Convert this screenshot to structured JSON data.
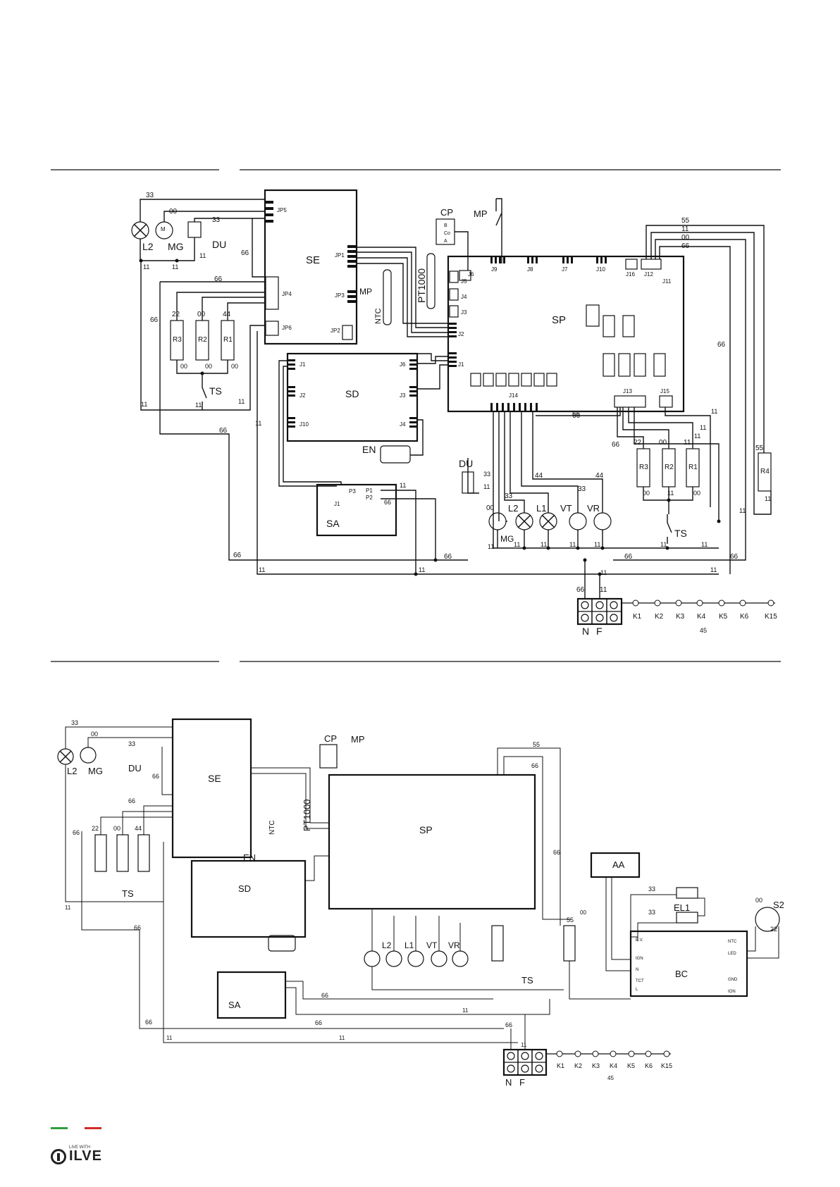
{
  "footer": {
    "brand": "ILVE",
    "tagline": "LIVE WITH",
    "flag_left": "#2e9e3e",
    "flag_right": "#d32a26"
  },
  "diagram1": {
    "boards": {
      "se": "SE",
      "sp": "SP",
      "sd": "SD",
      "sa": "SA"
    },
    "se_pins": {
      "jp5": "JP5",
      "jp1": "JP1",
      "jp3": "JP3",
      "jp4": "JP4",
      "jp6": "JP6",
      "jp2": "JP2"
    },
    "sp_pins": {
      "j6": "J6",
      "j9": "J9",
      "j8": "J8",
      "j7": "J7",
      "j10": "J10",
      "j16": "J16",
      "j12": "J12",
      "j11": "J11",
      "j5": "J5",
      "j4": "J4",
      "j3": "J3",
      "j2": "J2",
      "j1": "J1",
      "j14": "J14",
      "j13": "J13",
      "j15": "J15"
    },
    "sd_pins": {
      "j1": "J1",
      "j2": "J2",
      "j10": "J10",
      "j6": "J6",
      "j3": "J3",
      "j4": "J4"
    },
    "sa_pins": {
      "p3": "P3",
      "j1": "J1",
      "p1": "P1",
      "p2": "P2"
    },
    "cp": {
      "name": "CP",
      "b": "B",
      "co": "Co",
      "a": "A"
    },
    "components": {
      "l2": "L2",
      "mg": "MG",
      "du": "DU",
      "mp": "MP",
      "ntc": "NTC",
      "pt1000": "PT1000",
      "ts": "TS",
      "r1": "R1",
      "r2": "R2",
      "r3": "R3",
      "r4": "R4",
      "en": "EN",
      "l1": "L1",
      "vt": "VT",
      "vr": "VR",
      "m": "M"
    },
    "wires": {
      "w33": "33",
      "w00": "00",
      "w11": "11",
      "w66": "66",
      "w55": "55",
      "w22": "22",
      "w44": "44"
    },
    "terminal": {
      "n": "N",
      "f": "F",
      "k1": "K1",
      "k2": "K2",
      "k3": "K3",
      "k4": "K4",
      "k5": "K5",
      "k6": "K6",
      "k15": "K15",
      "sub": "45"
    }
  },
  "diagram2": {
    "boards": {
      "se": "SE",
      "sp": "SP",
      "sd": "SD",
      "sa": "SA",
      "bc": "BC",
      "aa": "AA"
    },
    "components": {
      "el1": "EL1",
      "s2": "S2"
    },
    "bc_pins": {
      "ev": "E.V.",
      "ign": "IGN",
      "n": "N",
      "tct": "TCT",
      "l": "L",
      "ntc": "NTC",
      "led": "LED",
      "gnd": "GND",
      "ion": "ION"
    }
  }
}
